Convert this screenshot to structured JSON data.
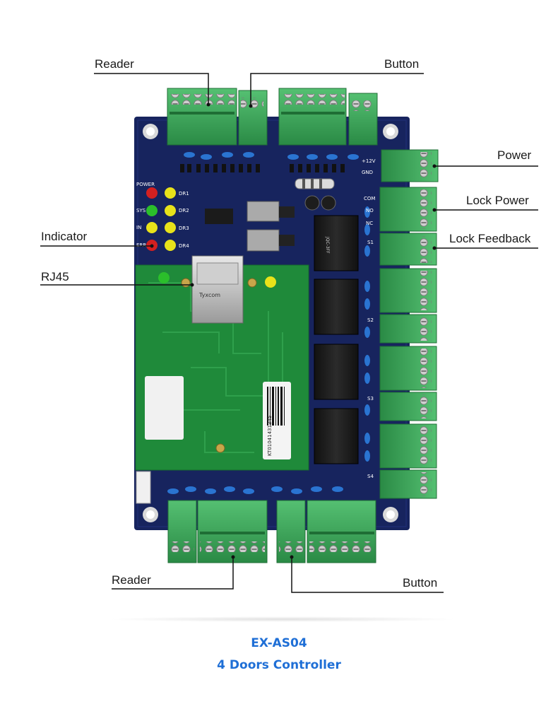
{
  "labels": {
    "reader_top": "Reader",
    "button_top": "Button",
    "power": "Power",
    "lock_power": "Lock Power",
    "indicator": "Indicator",
    "lock_feedback": "Lock Feedback",
    "rj45": "RJ45",
    "reader_bottom": "Reader",
    "button_bottom": "Button"
  },
  "caption": {
    "model": "EX-AS04",
    "subtitle": "4 Doors Controller"
  },
  "board": {
    "silkscreen": {
      "power": "POWER",
      "sys": "SYS",
      "in": "IN",
      "err": "ERR",
      "dr1": "DR1",
      "dr2": "DR2",
      "dr3": "DR3",
      "dr4": "DR4",
      "plus12v": "+12V",
      "gnd": "GND",
      "com": "COM",
      "no": "NO",
      "nc": "NC",
      "s1": "S1",
      "s2": "S2",
      "s3": "S3",
      "s4": "S4",
      "relay_text": "JQC-3FF",
      "rj45_brand": "Tyxcom",
      "serial": "KT01041431345"
    }
  },
  "colors": {
    "pcb_blue": "#17245e",
    "pcb_green": "#1f8a3a",
    "terminal_green": "#3aa85a",
    "relay_black": "#1b1b1b",
    "caption_blue": "#1f6fd6"
  }
}
